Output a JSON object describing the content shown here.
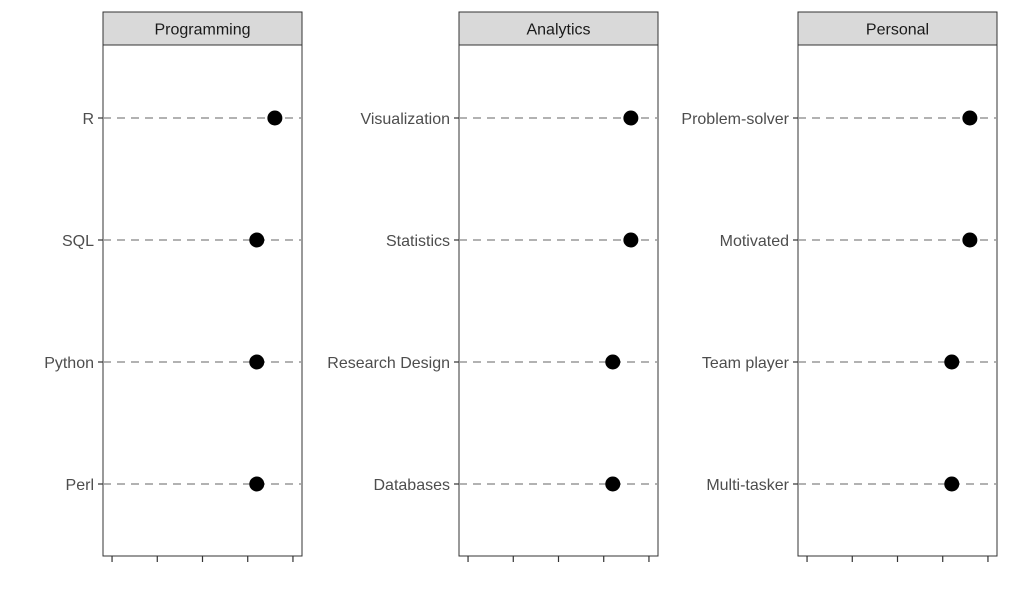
{
  "chart_data": [
    {
      "type": "scatter",
      "title": "Programming",
      "categories": [
        "R",
        "SQL",
        "Python",
        "Perl"
      ],
      "values": [
        4.6,
        4.2,
        4.2,
        4.2
      ],
      "xlim": [
        0.8,
        5.2
      ],
      "x_ticks": [
        1,
        2,
        3,
        4,
        5
      ],
      "x_tick_labels_visible": false,
      "grid": false
    },
    {
      "type": "scatter",
      "title": "Analytics",
      "categories": [
        "Visualization",
        "Statistics",
        "Research Design",
        "Databases"
      ],
      "values": [
        4.6,
        4.6,
        4.2,
        4.2
      ],
      "xlim": [
        0.8,
        5.2
      ],
      "x_ticks": [
        1,
        2,
        3,
        4,
        5
      ],
      "x_tick_labels_visible": false,
      "grid": false
    },
    {
      "type": "scatter",
      "title": "Personal",
      "categories": [
        "Problem-solver",
        "Motivated",
        "Team player",
        "Multi-tasker"
      ],
      "values": [
        4.6,
        4.6,
        4.2,
        4.2
      ],
      "xlim": [
        0.8,
        5.2
      ],
      "x_ticks": [
        1,
        2,
        3,
        4,
        5
      ],
      "x_tick_labels_visible": false,
      "grid": false
    }
  ],
  "colors": {
    "strip_fill": "#d9d9d9",
    "panel_border": "#333333",
    "guide_line": "#999999",
    "point": "#000000",
    "axis_text": "#4d4d4d",
    "strip_text": "#1a1a1a"
  }
}
